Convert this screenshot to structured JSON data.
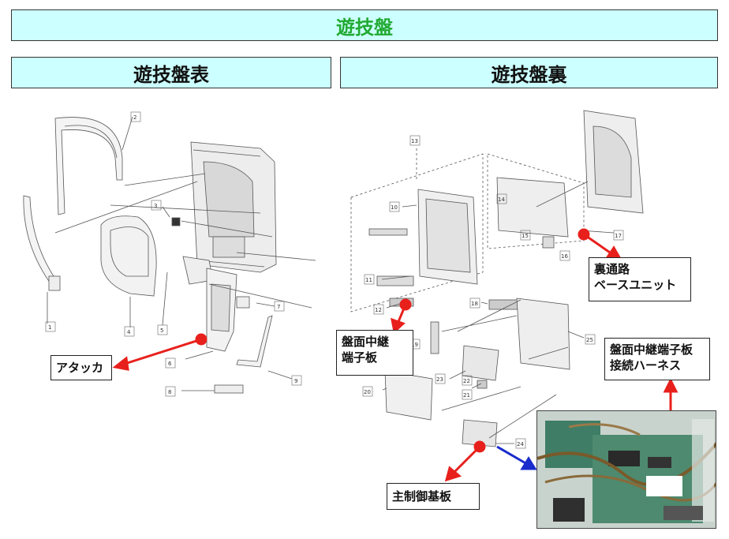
{
  "main_title": "遊技盤",
  "left_title": "遊技盤表",
  "right_title": "遊技盤裏",
  "callouts": {
    "attacker": "アタッカ",
    "relay_board_line1": "盤面中継",
    "relay_board_line2": "端子板",
    "back_passage_line1": "裏通路",
    "back_passage_line2": "ベースユニット",
    "harness_line1": "盤面中継端子板",
    "harness_line2": "接続ハーネス",
    "main_board": "主制御基板"
  },
  "part_numbers": [
    "1",
    "2",
    "3",
    "4",
    "5",
    "6",
    "7",
    "8",
    "9",
    "10",
    "11",
    "12",
    "13",
    "14",
    "15",
    "16",
    "17",
    "18",
    "19",
    "20",
    "21",
    "22",
    "23",
    "24",
    "25"
  ],
  "colors": {
    "title_text": "#22aa33",
    "banner_bg": "#ccffff",
    "arrow_red": "#e8201c",
    "arrow_blue": "#1a2ccc"
  }
}
